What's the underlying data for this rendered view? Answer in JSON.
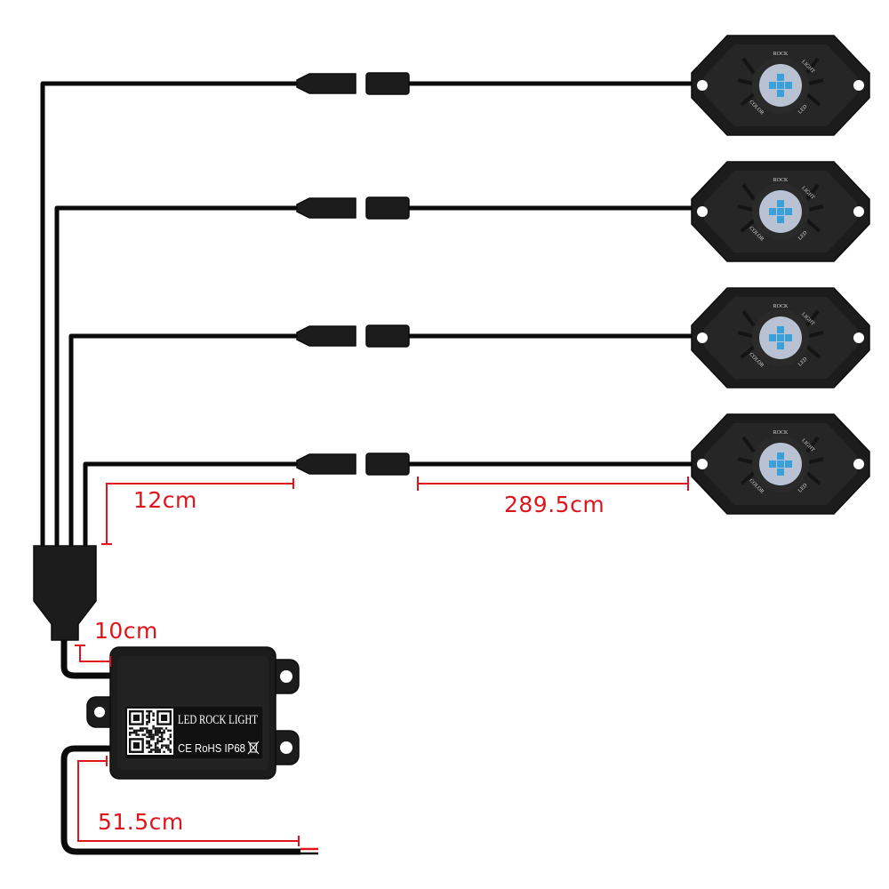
{
  "colors": {
    "wire": "#0a0a0a",
    "housing": "#1c1c1c",
    "housing_edge": "#0d0d0d",
    "led_lens": "#b9c2d3",
    "led_chip": "#3aa0d8",
    "dimension": "#e0141b",
    "label_text": "#ffffff",
    "background": "#ffffff"
  },
  "controller": {
    "title": "LED ROCK LIGHT",
    "marks": "CE RoHS IP68",
    "qr_icon": "qr-code-icon",
    "bin_icon": "weee-bin-icon"
  },
  "pods": [
    {
      "id": "pod-1",
      "lens_text": [
        "ROCK",
        "LIGHT",
        "LED",
        "COLOR"
      ]
    },
    {
      "id": "pod-2",
      "lens_text": [
        "ROCK",
        "LIGHT",
        "LED",
        "COLOR"
      ]
    },
    {
      "id": "pod-3",
      "lens_text": [
        "ROCK",
        "LIGHT",
        "LED",
        "COLOR"
      ]
    },
    {
      "id": "pod-4",
      "lens_text": [
        "ROCK",
        "LIGHT",
        "LED",
        "COLOR"
      ]
    }
  ],
  "dimensions": {
    "splitter_to_connector": "12cm",
    "connector_to_pod": "289.5cm",
    "controller_to_splitter": "10cm",
    "power_lead": "51.5cm"
  }
}
